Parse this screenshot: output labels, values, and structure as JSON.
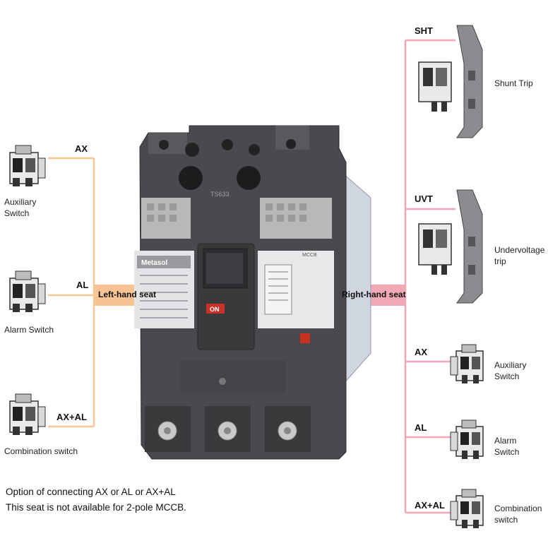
{
  "colors": {
    "left_line": "#f5c896",
    "right_line": "#f2a6b6",
    "left_arrow": "#f7c392",
    "right_arrow": "#f2a9b6",
    "breaker_body": "#4a4a4e",
    "on_button": "#c83228"
  },
  "left": {
    "items": [
      {
        "code": "AX",
        "label_line1": "Auxiliary",
        "label_line2": "Switch",
        "icon": "auxiliary-switch-icon"
      },
      {
        "code": "AL",
        "label_line1": "Alarm Switch",
        "label_line2": "",
        "icon": "alarm-switch-icon"
      },
      {
        "code": "AX+AL",
        "label_line1": "Combination switch",
        "label_line2": "",
        "icon": "combination-switch-icon"
      }
    ],
    "seat_label": "Left-hand seat",
    "note_line1": "Option of connecting AX or AL or AX+AL",
    "note_line2": "This seat is not available for 2-pole MCCB."
  },
  "right": {
    "items": [
      {
        "code": "SHT",
        "label_line1": "Shunt Trip",
        "label_line2": "",
        "icon": "shunt-trip-icon"
      },
      {
        "code": "UVT",
        "label_line1": "Undervoltage",
        "label_line2": "trip",
        "icon": "undervoltage-trip-icon"
      },
      {
        "code": "AX",
        "label_line1": "Auxiliary",
        "label_line2": "Switch",
        "icon": "auxiliary-switch-icon"
      },
      {
        "code": "AL",
        "label_line1": "Alarm",
        "label_line2": "Switch",
        "icon": "alarm-switch-icon"
      },
      {
        "code": "AX+AL",
        "label_line1": "Combination",
        "label_line2": "switch",
        "icon": "combination-switch-icon"
      }
    ],
    "seat_label": "Right-hand seat"
  },
  "breaker": {
    "brand": "Metasol",
    "model": "TS633",
    "on_label": "ON",
    "mccb_label": "MCCB",
    "icon": "mccb-breaker-icon"
  }
}
